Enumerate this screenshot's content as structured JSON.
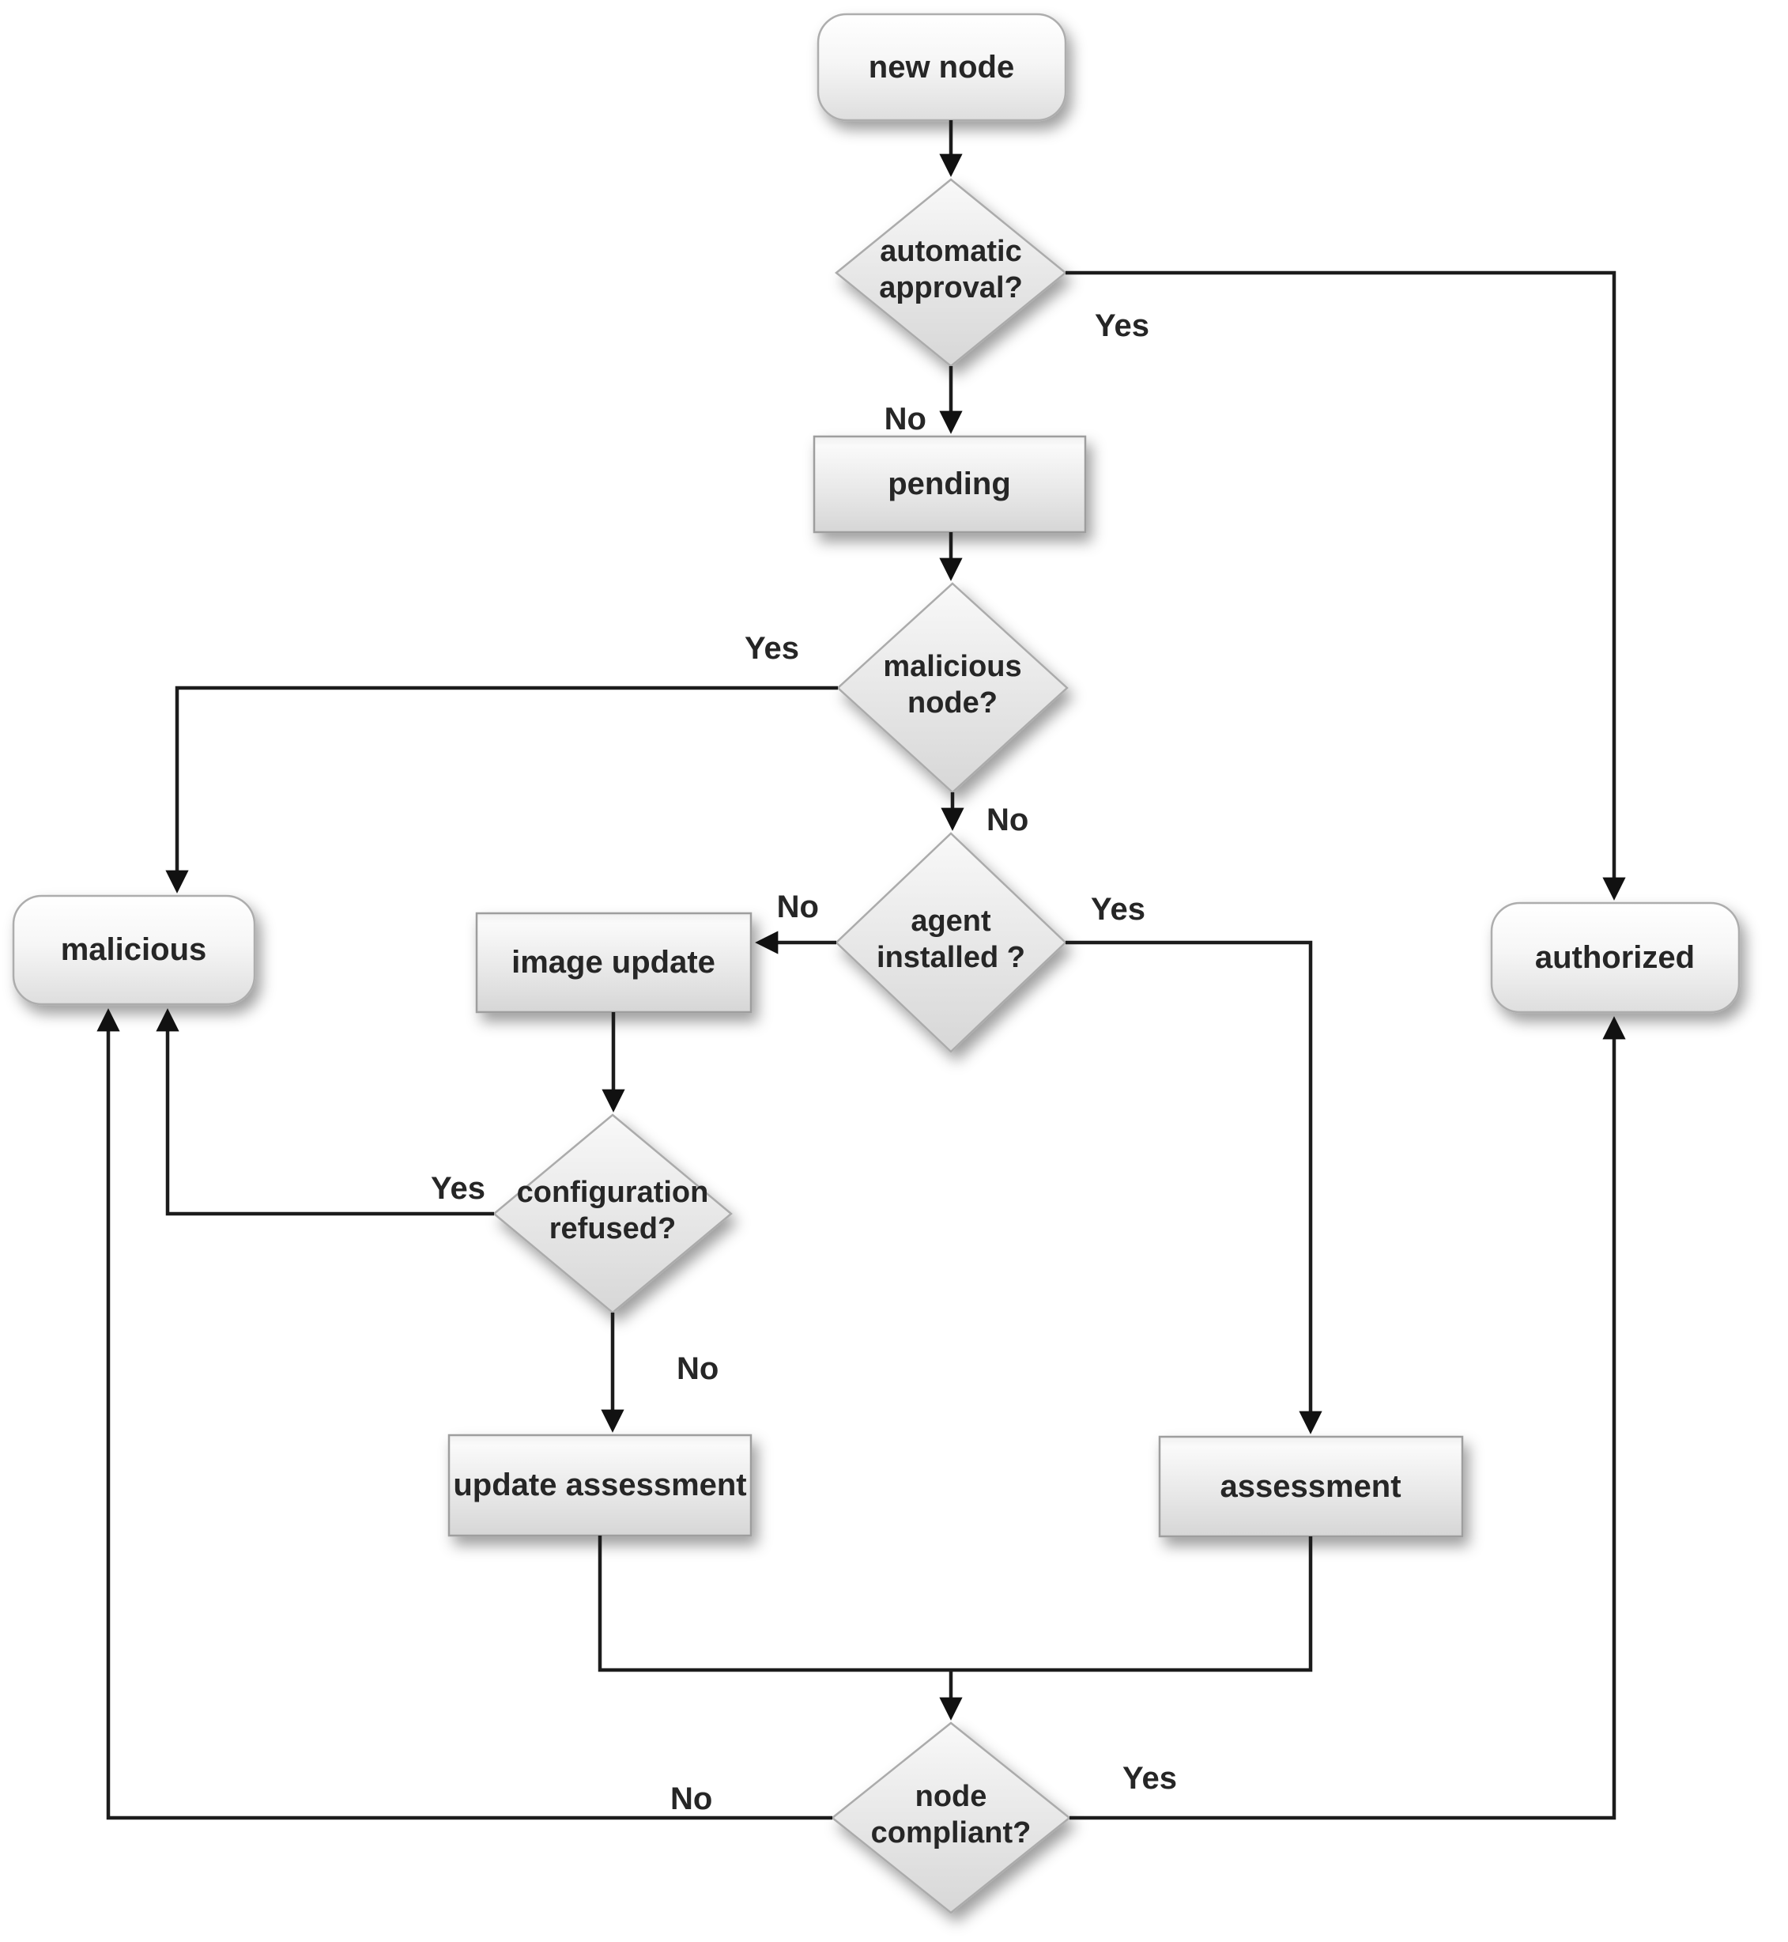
{
  "colors": {
    "background": "#ffffff",
    "node_fill_light": "#fafafa",
    "node_fill_dark": "#d9d9d9",
    "node_border": "#a3a3a3",
    "edge_line": "#1c1c1c",
    "label_text": "#262626"
  },
  "nodes": {
    "new_node": {
      "label": "new node"
    },
    "automatic_approval": {
      "lines": [
        "automatic",
        "approval?"
      ]
    },
    "pending": {
      "label": "pending"
    },
    "malicious_node": {
      "lines": [
        "malicious",
        "node?"
      ]
    },
    "agent_installed": {
      "lines": [
        "agent",
        "installed ?"
      ]
    },
    "image_update": {
      "label": "image update"
    },
    "malicious": {
      "label": "malicious"
    },
    "authorized": {
      "label": "authorized"
    },
    "configuration_refused": {
      "lines": [
        "configuration",
        "refused?"
      ]
    },
    "update_assessment": {
      "label": "update assessment"
    },
    "assessment": {
      "label": "assessment"
    },
    "node_compliant": {
      "lines": [
        "node",
        "compliant?"
      ]
    }
  },
  "edge_labels": {
    "automatic_approval_yes": "Yes",
    "automatic_approval_no": "No",
    "malicious_node_yes": "Yes",
    "malicious_node_no": "No",
    "agent_installed_no": "No",
    "agent_installed_yes": "Yes",
    "configuration_refused_yes": "Yes",
    "configuration_refused_no": "No",
    "node_compliant_no": "No",
    "node_compliant_yes": "Yes"
  }
}
